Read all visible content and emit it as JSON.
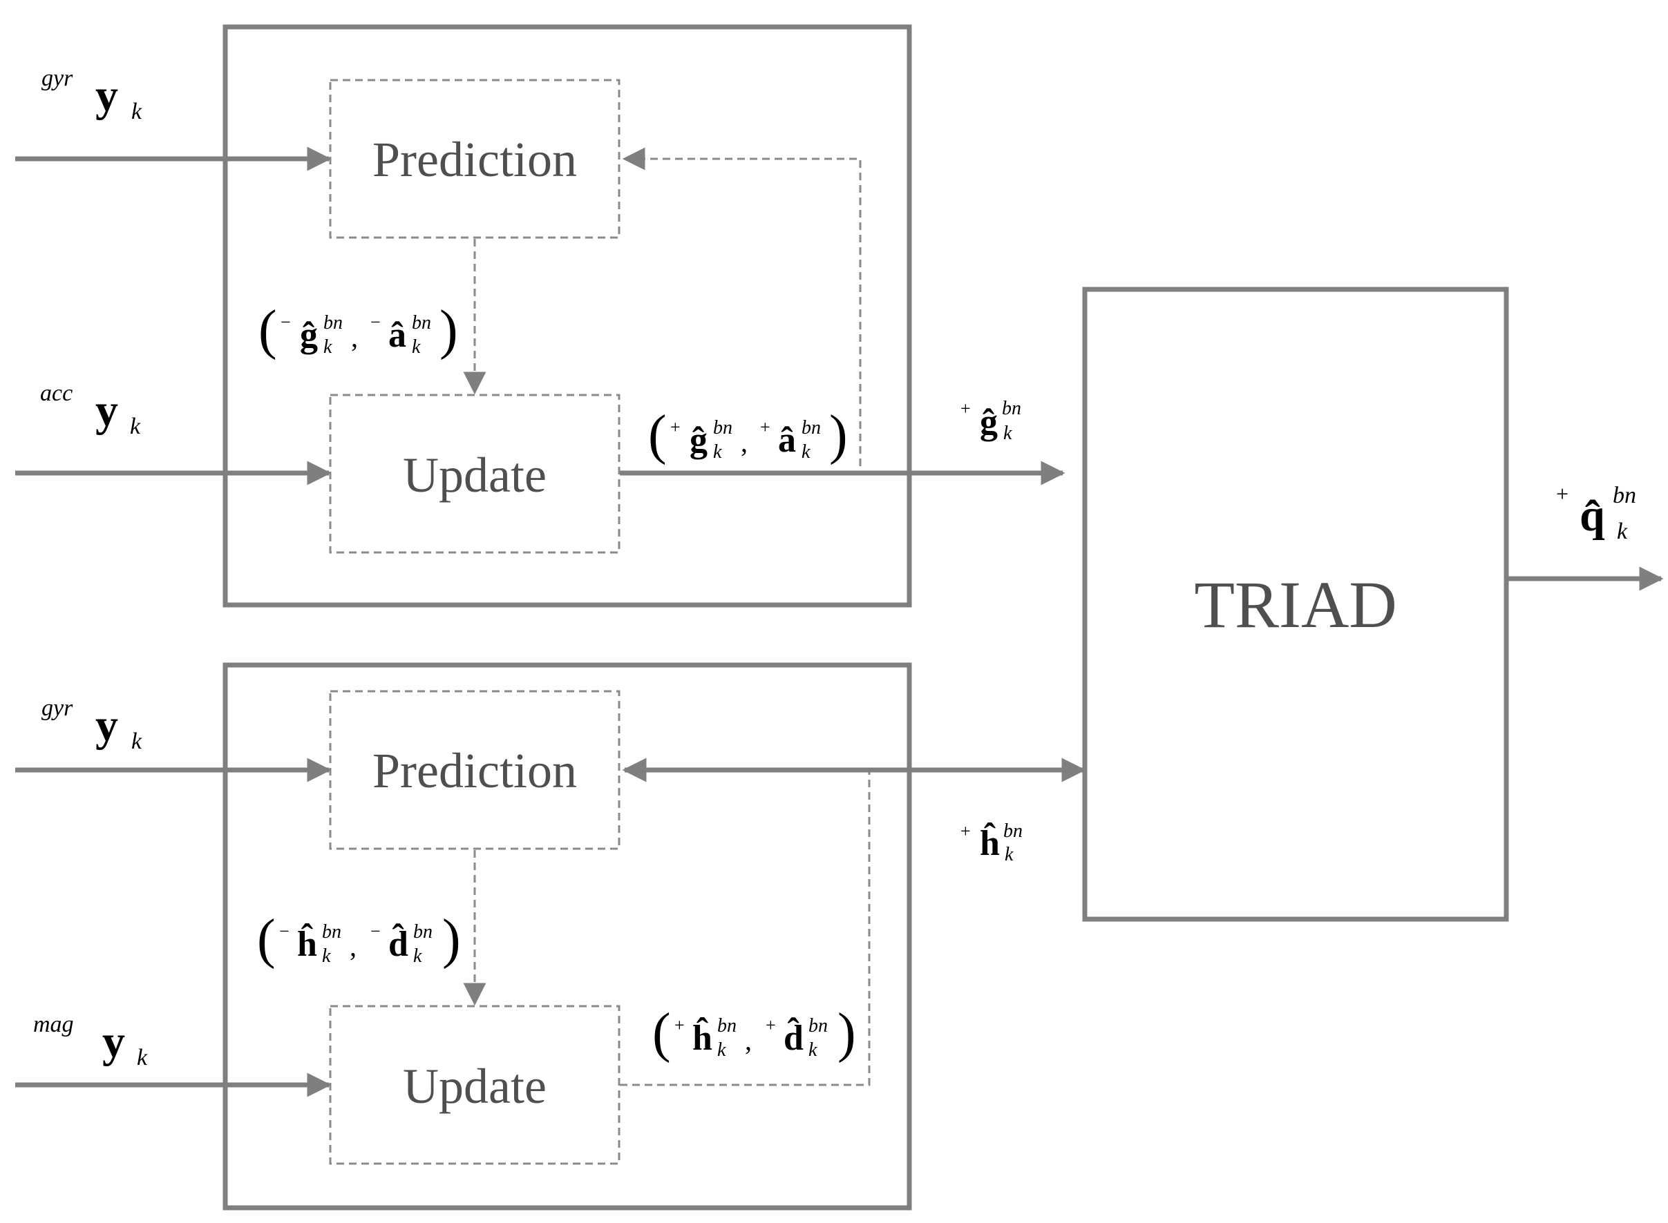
{
  "colors": {
    "line": "#7f7f7f",
    "dash": "#8a8a8a",
    "label": "#4f4f4f",
    "math": "#000000"
  },
  "top_filter": {
    "prediction_label": "Prediction",
    "update_label": "Update",
    "input_gyr": {
      "sup": "gyr",
      "base": "y",
      "sub": "k"
    },
    "input_acc": {
      "sup": "acc",
      "base": "y",
      "sub": "k"
    },
    "prior_pair": {
      "a": {
        "pre": "−",
        "base": "ĝ",
        "sup": "bn",
        "sub": "k"
      },
      "b": {
        "pre": "−",
        "base": "â",
        "sup": "bn",
        "sub": "k"
      }
    },
    "posterior_pair": {
      "a": {
        "pre": "+",
        "base": "ĝ",
        "sup": "bn",
        "sub": "k"
      },
      "b": {
        "pre": "+",
        "base": "â",
        "sup": "bn",
        "sub": "k"
      }
    },
    "output": {
      "pre": "+",
      "base": "ĝ",
      "sup": "bn",
      "sub": "k"
    }
  },
  "bottom_filter": {
    "prediction_label": "Prediction",
    "update_label": "Update",
    "input_gyr": {
      "sup": "gyr",
      "base": "y",
      "sub": "k"
    },
    "input_mag": {
      "sup": "mag",
      "base": "y",
      "sub": "k"
    },
    "prior_pair": {
      "a": {
        "pre": "−",
        "base": "ĥ",
        "sup": "bn",
        "sub": "k"
      },
      "b": {
        "pre": "−",
        "base": "d̂",
        "sup": "bn",
        "sub": "k"
      }
    },
    "posterior_pair": {
      "a": {
        "pre": "+",
        "base": "ĥ",
        "sup": "bn",
        "sub": "k"
      },
      "b": {
        "pre": "+",
        "base": "d̂",
        "sup": "bn",
        "sub": "k"
      }
    },
    "output": {
      "pre": "+",
      "base": "ĥ",
      "sup": "bn",
      "sub": "k"
    }
  },
  "triad": {
    "label": "TRIAD",
    "output": {
      "pre": "+",
      "base": "q̂",
      "sup": "bn",
      "sub": "k"
    }
  }
}
